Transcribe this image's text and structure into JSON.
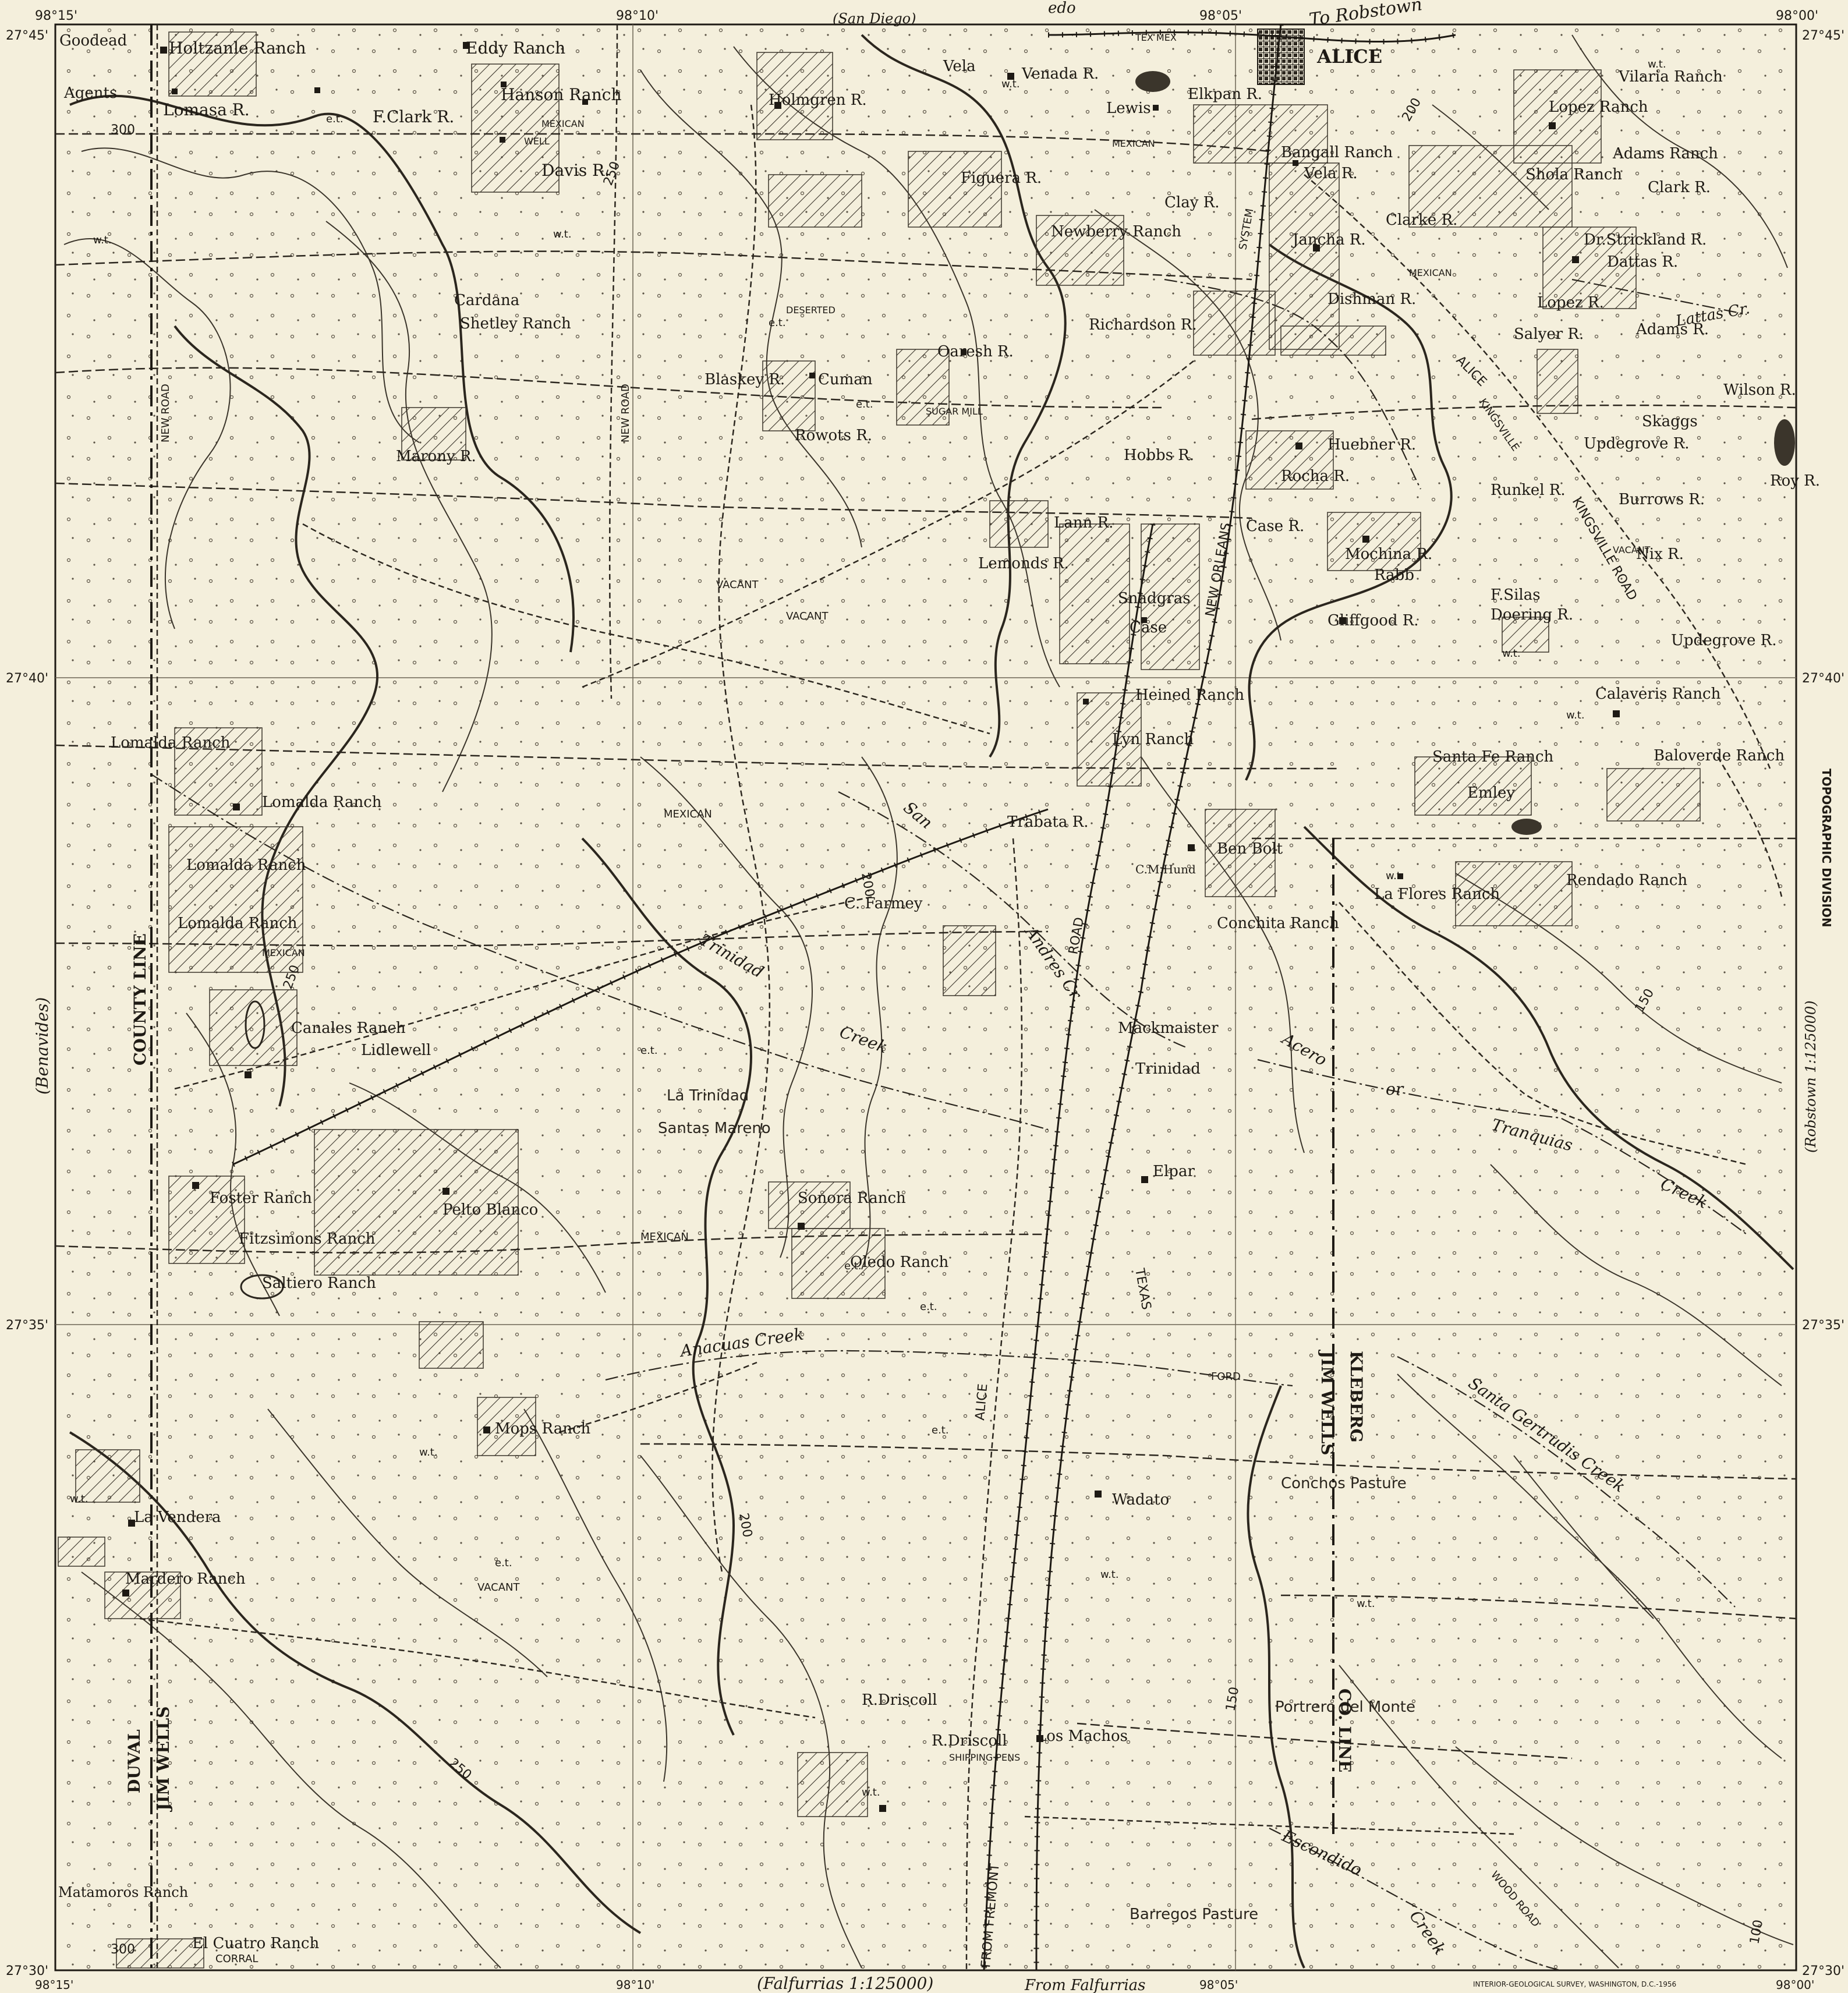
{
  "coordinates": {
    "top_left_lat": "27°45'",
    "top_left_lon": "98°15'",
    "top_lon_1": "98°10'",
    "top_lon_2": "98°05'",
    "top_right_lon": "98°00'",
    "top_right_lat": "27°45'",
    "left_lat_1": "27°40'",
    "left_lat_2": "27°35'",
    "bottom_left_lat": "27°30'",
    "bottom_left_lon": "98°15'",
    "bottom_lon_1": "98°10'",
    "bottom_lon_2": "98°05'",
    "bottom_right_lat": "27°30'",
    "bottom_right_lon": "98°00'",
    "right_lat_1": "27°40'",
    "right_lat_2": "27°35'"
  },
  "margin_text": {
    "top_san_diego": "(San Diego)",
    "top_robstown": "To Robstown",
    "top_laredo_frag": "edo",
    "left_benavides": "(Benavides)",
    "right_robstown": "(Robstown 1:125000)",
    "bottom_falfurrias": "(Falfurrias 1:125000)",
    "bottom_from_falfurrias": "From Falfurrias",
    "bottom_credit": "INTERIOR-GEOLOGICAL SURVEY, WASHINGTON, D.C.-1956",
    "right_stamp": "TOPOGRAPHIC DIVISION"
  },
  "places": {
    "alice": "ALICE",
    "goodead": "Goodead",
    "holtzanle": "Holtzanle Ranch",
    "eddy": "Eddy Ranch",
    "agents": "Agents",
    "lomasa": "Lomasa R.",
    "hanson": "Hanson Ranch",
    "fclark": "F.Clark R.",
    "davis": "Davis R.",
    "vela_top": "Vela",
    "venada": "Venada R.",
    "holmgren": "Holmgren R.",
    "lewis": "Lewis",
    "elkpan": "Elkpan R.",
    "figuera": "Figuera R.",
    "newberry": "Newberry Ranch",
    "clay": "Clay R.",
    "bangall": "Bangall Ranch",
    "vela_r": "Vela R.",
    "jancha": "Jancha R.",
    "clarke": "Clarke R.",
    "vilaria": "Vilaria Ranch",
    "lopez_ranch": "Lopez Ranch",
    "adams_ranch": "Adams Ranch",
    "shola": "Shola Ranch",
    "clark_r": "Clark R.",
    "strickland": "Dr.Strickland R.",
    "dattas": "Dattas R.",
    "dishman": "Dishman R.",
    "lopez_r": "Lopez R.",
    "lattas_cr": "Lattas Cr.",
    "salyer": "Salyer R.",
    "adams_r": "Adams R.",
    "cardana": "Cardana",
    "shetley": "Shetley Ranch",
    "richardson": "Richardson R.",
    "oaresh": "Oaresh R.",
    "blaskey": "Blaskey R.",
    "cuman": "Cuman",
    "rowots": "Rowots R.",
    "marony": "Marony R.",
    "wilson": "Wilson R.",
    "skaggs": "Skaggs",
    "updegrove1": "Updegrove R.",
    "huebner": "Huebner R.",
    "rocha": "Rocha R.",
    "hobbs": "Hobbs R.",
    "runkel": "Runkel R.",
    "burrows": "Burrows R.",
    "roy": "Roy R.",
    "lann": "Lann R.",
    "case_r": "Case R.",
    "nix": "Nix R.",
    "lemonds": "Lemonds R.",
    "mochina": "Mochina R.",
    "rabb": "Rabb",
    "fsilas": "F.Silas",
    "doering": "Doering R.",
    "snadgras": "Snadgras",
    "case": "Case",
    "gliffgood": "Gliffgood R.",
    "updegrove2": "Updegrove R.",
    "heined": "Heined Ranch",
    "calaveris": "Calaveris Ranch",
    "lyn": "Lyn Ranch",
    "lomalda1": "Lomalda Ranch",
    "lomalda2": "Lomalda Ranch",
    "lomalda3": "Lomalda Ranch",
    "lomalda4": "Lomalda Ranch",
    "santafe": "Santa Fe Ranch",
    "emley": "Emley",
    "baloverde": "Baloverde Ranch",
    "trabata": "Trabata R.",
    "benbolt": "Ben Bolt",
    "cmhund": "C.M.Hund",
    "rendado": "Rendado Ranch",
    "laflores": "La Flores Ranch",
    "farmey": "C. Farmey",
    "conchita": "Conchita Ranch",
    "canales": "Canales Ranch",
    "lidlewell": "Lidlewell",
    "mackmaister": "Mackmaister",
    "trinidad": "Trinidad",
    "latrinidad": "La Trinidad",
    "santas": "Santas Mareno",
    "elpar": "Elpar",
    "foster": "Foster Ranch",
    "peloblanco": "Pelto Blanco",
    "fitzsimons": "Fitzsimons Ranch",
    "sonora": "Sonora Ranch",
    "oledo": "Oledo Ranch",
    "saltiero": "Saltiero Ranch",
    "mops": "Mops Ranch",
    "concho": "Conchos Pasture",
    "wadato": "Wadato",
    "lavendera": "La Vendera",
    "mardero": "Mardero Ranch",
    "rdriscoll1": "R.Driscoll",
    "rdriscoll2": "R.Driscoll",
    "losmachos": "Los Machos",
    "portrero": "Portrero del Monte",
    "matamoros": "Matamoros Ranch",
    "elcuatro": "El Cuatro Ranch",
    "barregos": "Barregos Pasture"
  },
  "features": {
    "county_line": "COUNTY LINE",
    "duval": "DUVAL",
    "jim_wells_w": "JIM WELLS",
    "jim_wells_e": "JIM WELLS",
    "kleberg": "KLEBERG",
    "co_line": "CO. LINE",
    "trinidad_creek": "Trinidad",
    "creek_word": "Creek",
    "san_andres": "San",
    "andres_cr": "Andres Cr.",
    "acero": "Acero",
    "or_word": "or",
    "tranquias": "Tranquias",
    "tranquias_creek": "Creek",
    "anacuas": "Anacuas Creek",
    "santa_gertrudis": "Santa Gertrudis Creek",
    "escondido": "Escondido",
    "escondido_creek": "Creek",
    "new_orleans": "NEW ORLEANS",
    "texas": "TEXAS",
    "alice_fremont": "ALICE",
    "from_fremont": "FROM FREMONT",
    "kingsville_road": "KINGSVILLE ROAD",
    "alice_road": "ALICE",
    "new_road": "NEW ROAD",
    "new_road2": "NEW ROAD",
    "road_word": "ROAD",
    "wood_road": "WOOD ROAD",
    "shipping_pens": "SHIPPING PENS",
    "ford": "FORD",
    "corral": "CORRAL",
    "vacant1": "VACANT",
    "vacant2": "VACANT",
    "vacant3": "VACANT",
    "vacant4": "VACANT",
    "mexican1": "MEXICAN",
    "mexican2": "MEXICAN",
    "mexican3": "MEXICAN",
    "mexican4": "MEXICAN",
    "mexican5": "MEXICAN",
    "mexican6": "MEXICAN",
    "deserted": "DESERTED",
    "sugar_mill": "SUGAR MILL",
    "well": "WELL",
    "tex_mex": "TEX MEX",
    "system": "SYSTEM",
    "kingsville": "KINGSVILLE",
    "wt": "w.t.",
    "et": "e.t."
  },
  "contour_values": {
    "c300a": "300",
    "c250a": "250",
    "c200a": "200",
    "c250b": "250",
    "c200b": "200",
    "c200c": "200",
    "c150a": "150",
    "c250c": "250",
    "c150b": "150",
    "c100": "100",
    "c300b": "300"
  }
}
